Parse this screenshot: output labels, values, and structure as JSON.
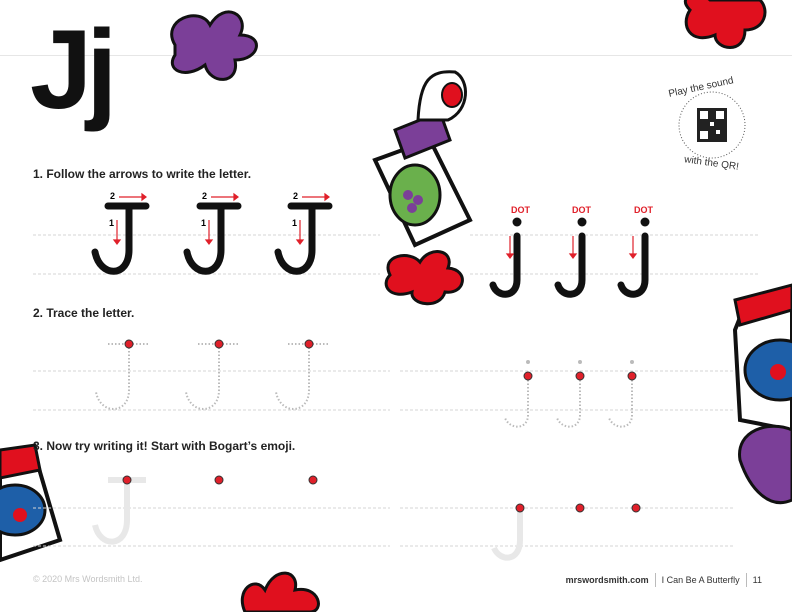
{
  "letter": "Jj",
  "qr": {
    "top_text": "Play the sound",
    "bottom_text": "with the QR!"
  },
  "sections": {
    "follow": "1. Follow the arrows to write the letter.",
    "trace": "2. Trace the letter.",
    "try": "3. Now try writing it! Start with Bogart’s emoji."
  },
  "stroke_numbers": [
    "1",
    "2"
  ],
  "dot_label": "DOT",
  "footer": {
    "copyright": "© 2020 Mrs Wordsmith Ltd.",
    "site": "mrswordsmith.com",
    "book": "I Can Be A Butterfly",
    "page": "11"
  },
  "colors": {
    "accent": "#e0202a",
    "purple": "#7b3f98",
    "ink": "#111111"
  }
}
